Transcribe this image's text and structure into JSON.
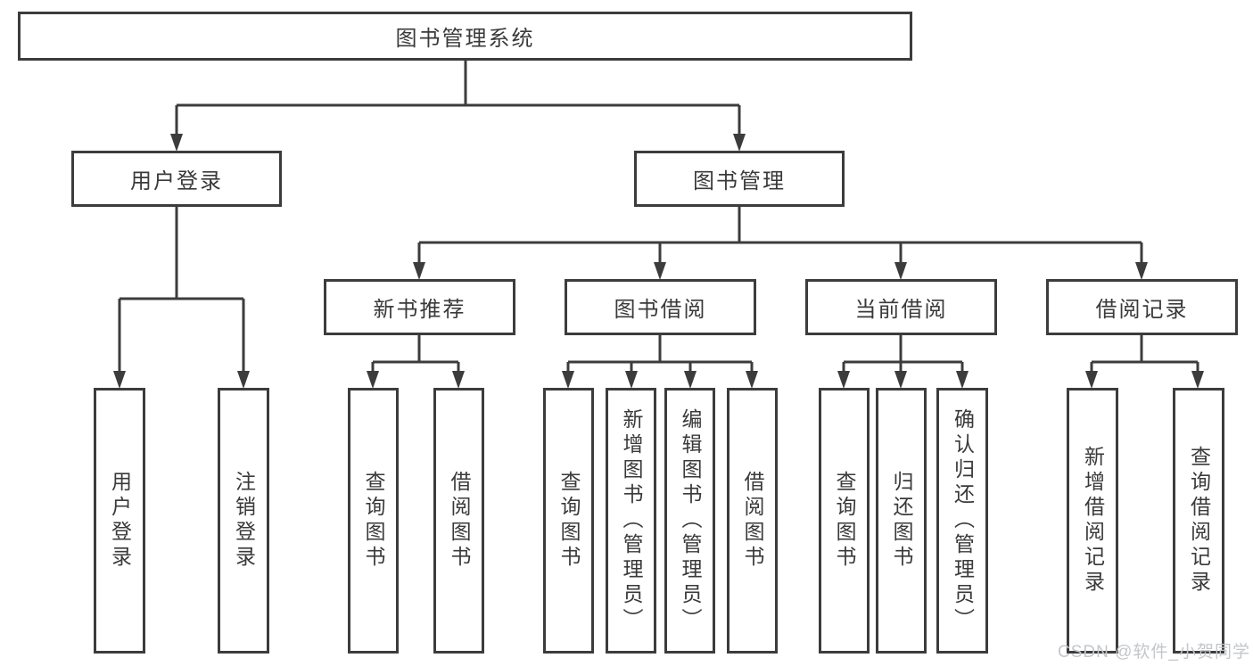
{
  "title": "图书管理系统",
  "watermark": "CSDN @软件_小贺同学",
  "colors": {
    "line": "#3c3c3c",
    "text": "#3a3a3a",
    "watermark": "#c3c7cb",
    "background": "#ffffff"
  },
  "tree": {
    "label": "图书管理系统",
    "children": [
      {
        "label": "用户登录",
        "children": [
          {
            "label": "用户登录"
          },
          {
            "label": "注销登录"
          }
        ]
      },
      {
        "label": "图书管理",
        "children": [
          {
            "label": "新书推荐",
            "children": [
              {
                "label": "查询图书"
              },
              {
                "label": "借阅图书"
              }
            ]
          },
          {
            "label": "图书借阅",
            "children": [
              {
                "label": "查询图书"
              },
              {
                "label": "新增图书（管理员）"
              },
              {
                "label": "编辑图书（管理员）"
              },
              {
                "label": "借阅图书"
              }
            ]
          },
          {
            "label": "当前借阅",
            "children": [
              {
                "label": "查询图书"
              },
              {
                "label": "归还图书"
              },
              {
                "label": "确认归还（管理员）"
              }
            ]
          },
          {
            "label": "借阅记录",
            "children": [
              {
                "label": "新增借阅记录"
              },
              {
                "label": "查询借阅记录"
              }
            ]
          }
        ]
      }
    ]
  }
}
